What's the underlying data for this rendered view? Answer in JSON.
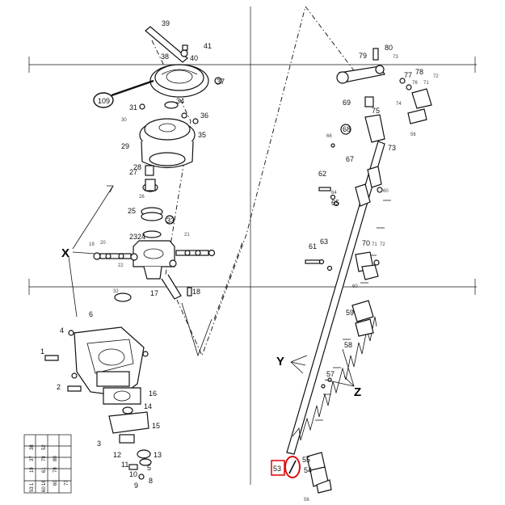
{
  "callouts": {
    "c39": "39",
    "c41": "41",
    "c38": "38",
    "c40": "40",
    "c37": "37",
    "c109": "109",
    "c31": "31",
    "c34": "34",
    "c30": "30",
    "c36": "36",
    "c35": "35",
    "c29": "29",
    "c27": "27",
    "c28": "28",
    "c26": "26",
    "c25": "25",
    "c33": "33",
    "c23": "23",
    "c24": "24",
    "c21": "21",
    "c22": "22",
    "c20": "20",
    "c19": "19",
    "c32": "32",
    "c17": "17",
    "c18": "18",
    "c6": "6",
    "c4": "4",
    "c1": "1",
    "c2": "2",
    "c3": "3",
    "c16": "16",
    "c14": "14",
    "c15": "15",
    "c12": "12",
    "c11": "11",
    "c13": "13",
    "c10": "10",
    "c9": "9",
    "c5": "5",
    "c8": "8",
    "c80": "80",
    "c79": "79",
    "c73": "73",
    "c77": "77",
    "c78": "78",
    "c76": "76",
    "c72": "72",
    "c71": "71",
    "c74": "74",
    "c69": "69",
    "c75": "75",
    "c68": "68",
    "c66": "66",
    "c67": "67",
    "c62": "62",
    "c64": "64",
    "c65": "65",
    "c60": "60",
    "c61": "61",
    "c63": "63",
    "c70": "70",
    "c59": "59",
    "c58": "58",
    "c57": "57",
    "c55": "55",
    "c54": "54",
    "c56": "56",
    "c53": "53"
  },
  "view_markers": {
    "x": "X",
    "y": "Y",
    "z": "Z"
  },
  "key_table": [
    [
      "38",
      "52",
      "",
      ""
    ],
    [
      "37",
      "79",
      "80",
      ""
    ],
    [
      "19",
      "61",
      "78",
      ""
    ],
    [
      "1",
      "18",
      "60",
      "77"
    ],
    [
      "53",
      "60",
      "",
      ""
    ]
  ],
  "highlight": {
    "label_53": "53"
  }
}
